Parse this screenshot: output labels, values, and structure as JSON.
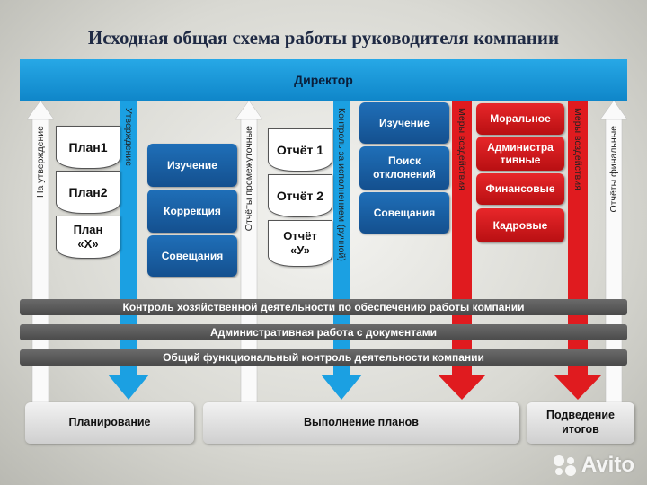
{
  "title": "Исходная общая схема работы руководителя компании",
  "director": "Директор",
  "arrow_labels": {
    "left_up": "На утверждение",
    "plan_down": "Утверждение",
    "reports_up": "Отчёты промежуточные",
    "control_down": "Контроль за исполнением (ручной)",
    "measures_left": "Меры воздействия",
    "measures_right": "Меры воздействия",
    "final_up": "Отчёты финальные"
  },
  "plans": [
    "План1",
    "План2",
    "План «Х»"
  ],
  "reports": [
    "Отчёт 1",
    "Отчёт 2",
    "Отчёт «У»"
  ],
  "planning_boxes": [
    "Изучение",
    "Коррекция",
    "Совещания"
  ],
  "control_boxes": [
    "Изучение",
    "Поиск отклонений",
    "Совещания"
  ],
  "measures": [
    "Моральное",
    "Администра тивные",
    "Финансовые",
    "Кадровые"
  ],
  "bars": [
    "Контроль хозяйственной деятельности по обеспечению работы компании",
    "Административная работа с документами",
    "Общий функциональный контроль  деятельности компании"
  ],
  "bottom": {
    "planning": "Планирование",
    "execution": "Выполнение планов",
    "summary": "Подведение итогов"
  },
  "watermark": "Avito",
  "colors": {
    "blue": "#1ba0e2",
    "red": "#e01b1f",
    "white": "#ffffff"
  }
}
